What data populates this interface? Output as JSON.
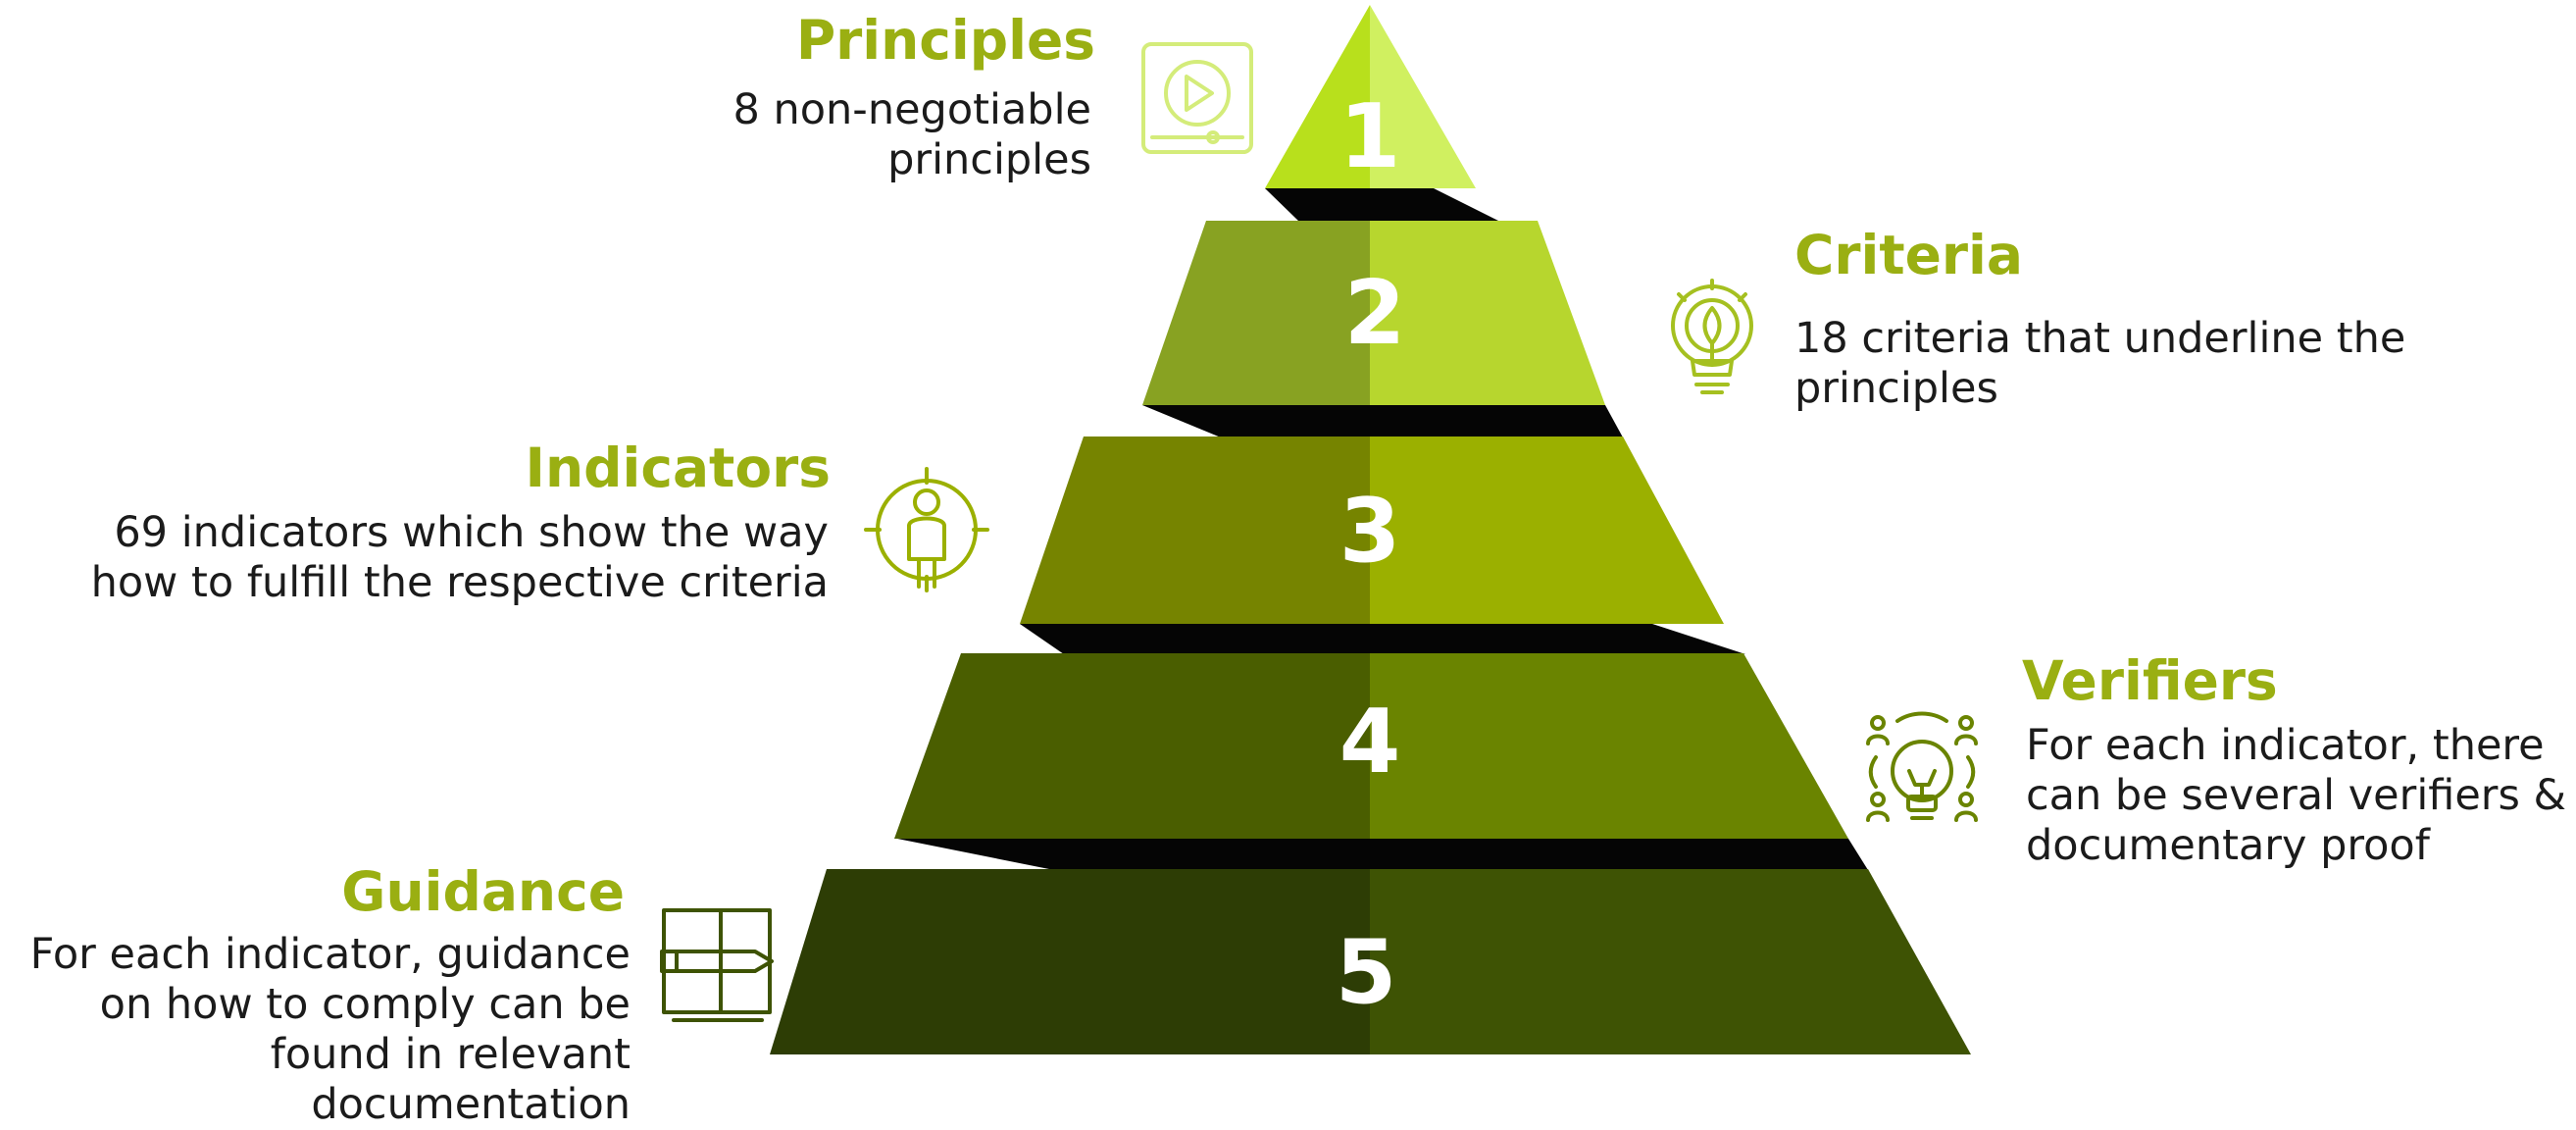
{
  "levels": [
    {
      "number": "1",
      "title": "Principles",
      "description": [
        "8 non-negotiable",
        "principles"
      ],
      "icon": "video-play-icon"
    },
    {
      "number": "2",
      "title": "Criteria",
      "description": [
        "18 criteria that underline the",
        "principles"
      ],
      "icon": "lightbulb-gear-icon"
    },
    {
      "number": "3",
      "title": "Indicators",
      "description": [
        "69 indicators which show the way",
        "how to fulfill the respective criteria"
      ],
      "icon": "target-person-icon"
    },
    {
      "number": "4",
      "title": "Verifiers",
      "description": [
        "For each indicator, there",
        "can be several verifiers &",
        "documentary proof"
      ],
      "icon": "idea-team-icon"
    },
    {
      "number": "5",
      "title": "Guidance",
      "description": [
        "For each indicator, guidance",
        "on how to comply can be",
        "found in relevant",
        "documentation"
      ],
      "icon": "book-pencil-icon"
    }
  ],
  "colors": {
    "accent": "#9aaf12",
    "level1": [
      "#b8e01c",
      "#d0f060"
    ],
    "level2": [
      "#88a222",
      "#b7d62e"
    ],
    "level3": [
      "#768400",
      "#9bb000"
    ],
    "level4": [
      "#4a5e00",
      "#6a8400"
    ],
    "level5": [
      "#2d3d05",
      "#3e5304"
    ]
  }
}
